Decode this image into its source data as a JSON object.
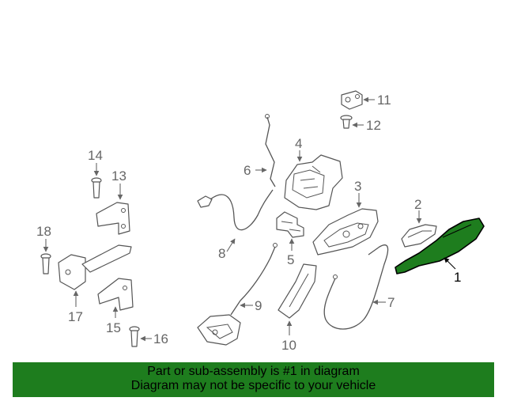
{
  "callouts": {
    "c1": "1",
    "c2": "2",
    "c3": "3",
    "c4": "4",
    "c5": "5",
    "c6": "6",
    "c7": "7",
    "c8": "8",
    "c9": "9",
    "c10": "10",
    "c11": "11",
    "c12": "12",
    "c13": "13",
    "c14": "14",
    "c15": "15",
    "c16": "16",
    "c17": "17",
    "c18": "18"
  },
  "highlighted_part": "1",
  "highlight_color": "#1e7d1e",
  "footer": {
    "line1": "Part or sub-assembly is #1 in diagram",
    "line2": "Diagram may not be specific to your vehicle",
    "background": "#1e7d1e"
  }
}
